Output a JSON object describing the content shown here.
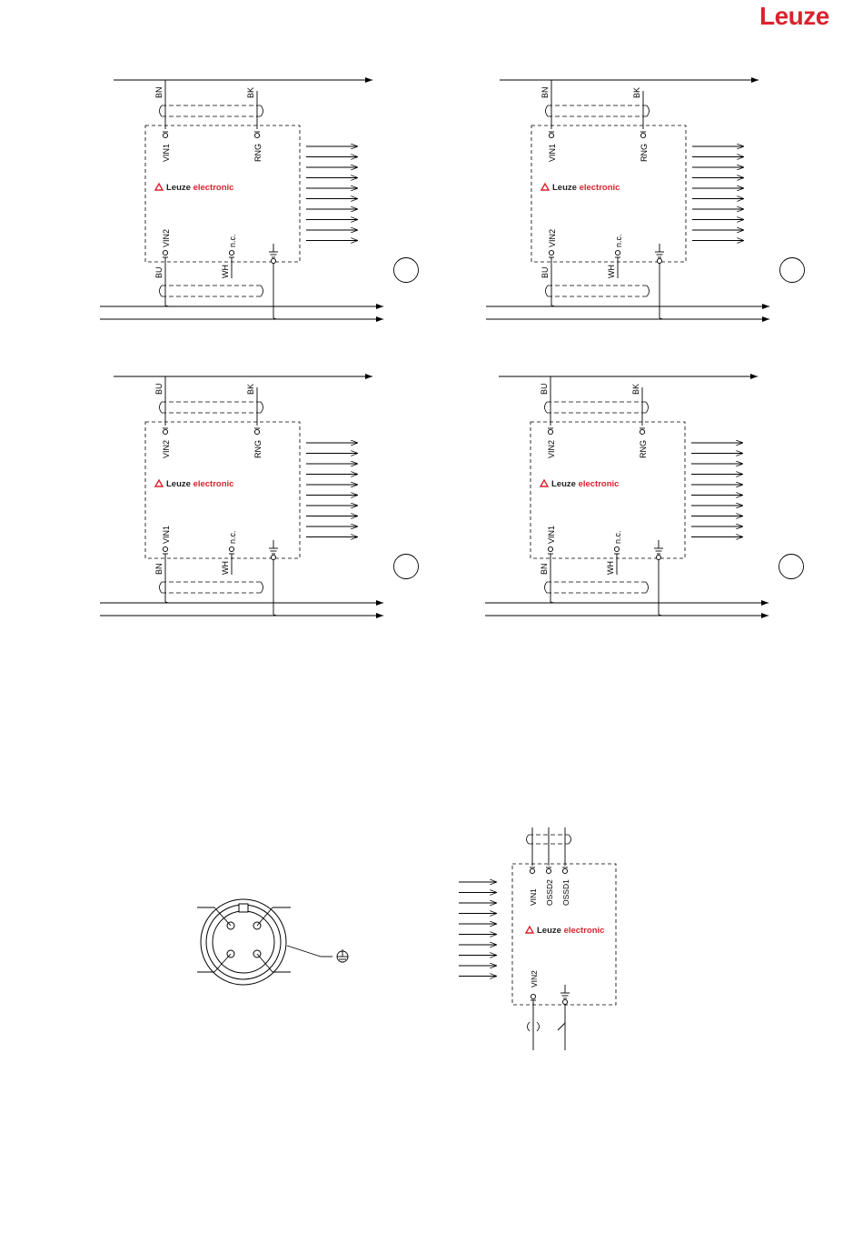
{
  "brand": {
    "logo_text": "Leuze",
    "accent_color": "#d9232e"
  },
  "box_brand": {
    "name": "Leuze",
    "suffix": "electronic"
  },
  "quadrants": [
    {
      "id": "q1",
      "top_wire_label": "BN",
      "top_right_wire_label": "BK",
      "top_pin_label": "VIN1",
      "top_right_pin_label": "RNG",
      "bottom_pin_label": "VIN2",
      "nc_label": "n.c.",
      "bottom_wire_label": "BU",
      "bottom_mid_wire_label": "WH"
    },
    {
      "id": "q2",
      "top_wire_label": "BN",
      "top_right_wire_label": "BK",
      "top_pin_label": "VIN1",
      "top_right_pin_label": "RNG",
      "bottom_pin_label": "VIN2",
      "nc_label": "n.c.",
      "bottom_wire_label": "BU",
      "bottom_mid_wire_label": "WH"
    },
    {
      "id": "q3",
      "top_wire_label": "BU",
      "top_right_wire_label": "BK",
      "top_pin_label": "VIN2",
      "top_right_pin_label": "RNG",
      "bottom_pin_label": "VIN1",
      "nc_label": "n.c.",
      "bottom_wire_label": "BN",
      "bottom_mid_wire_label": "WH"
    },
    {
      "id": "q4",
      "top_wire_label": "BU",
      "top_right_wire_label": "BK",
      "top_pin_label": "VIN2",
      "top_right_pin_label": "RNG",
      "bottom_pin_label": "VIN1",
      "nc_label": "n.c.",
      "bottom_wire_label": "BN",
      "bottom_mid_wire_label": "WH"
    }
  ],
  "receiver_box": {
    "top_pins": [
      "VIN1",
      "OSSD2",
      "OSSD1"
    ],
    "bottom_pin": "VIN2"
  }
}
